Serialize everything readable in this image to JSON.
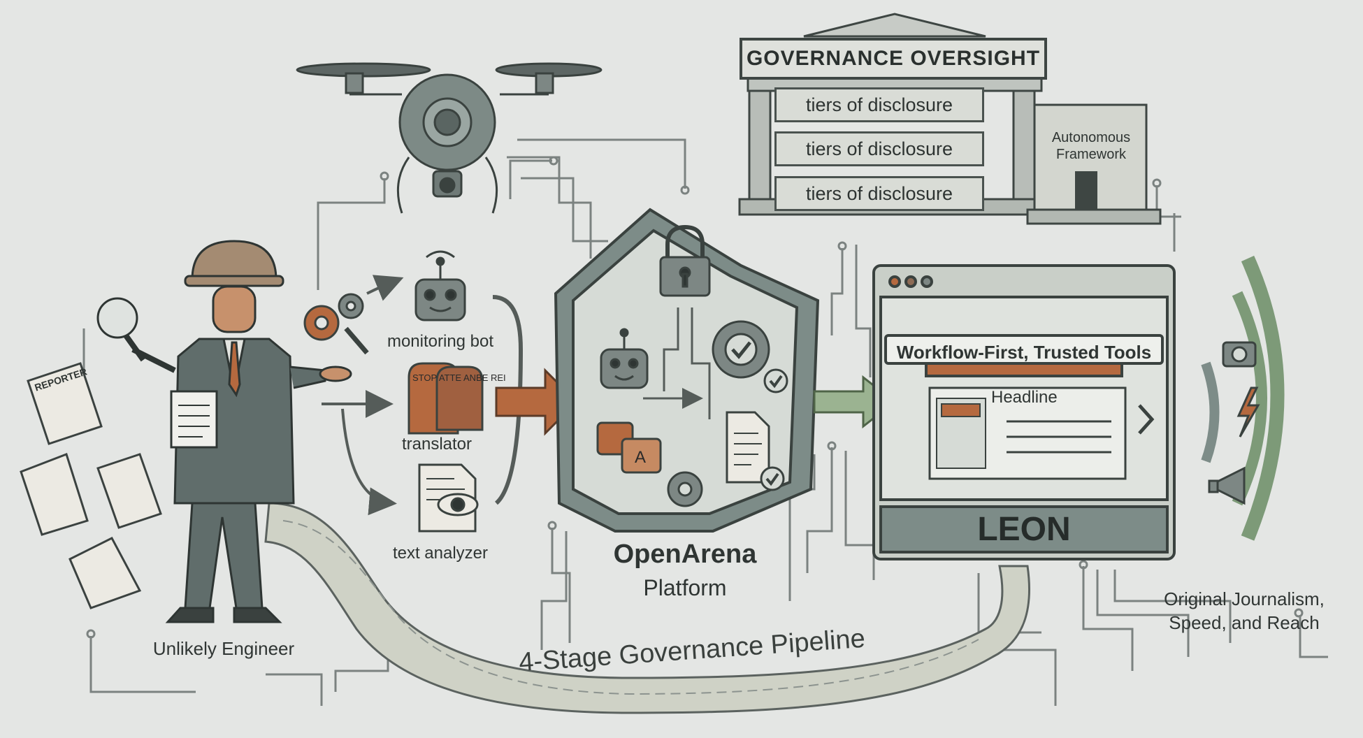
{
  "governance": {
    "title": "GOVERNANCE OVERSIGHT",
    "tiers": [
      "tiers of disclosure",
      "tiers of disclosure",
      "tiers of disclosure"
    ],
    "annex_label": "Autonomous Framework"
  },
  "engineer": {
    "label": "Unlikely Engineer",
    "notepad_label": "REPORTER",
    "tablet_text": "STOP ATTE ANBE REI"
  },
  "tools": {
    "monitoring_bot": "monitoring bot",
    "translator": "translator",
    "text_analyzer": "text analyzer"
  },
  "platform": {
    "name": "OpenArena",
    "subtitle": "Platform"
  },
  "leon": {
    "banner": "Workflow-First, Trusted Tools",
    "headline": "Headline",
    "name": "LEON"
  },
  "pipeline": {
    "label": "4-Stage Governance Pipeline"
  },
  "outcome": {
    "label": "Original Journalism, Speed, and Reach"
  },
  "colors": {
    "background": "#e4e6e4",
    "accent_orange": "#b5693f",
    "accent_green": "#7d9a78",
    "ink": "#333a38"
  }
}
